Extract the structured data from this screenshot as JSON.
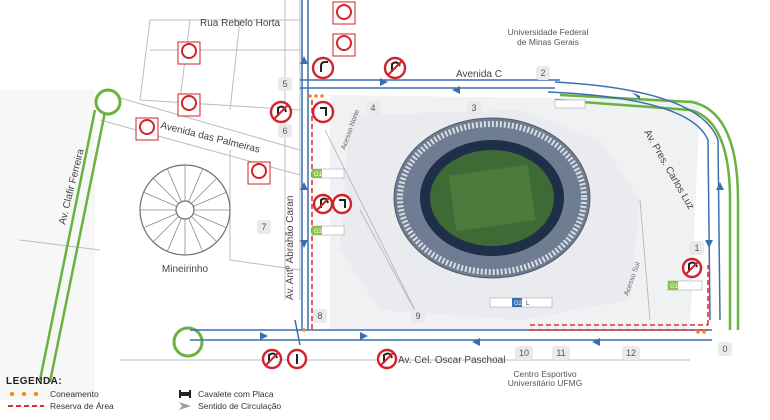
{
  "streets": {
    "rua_rebelo_horta": "Rua Rebelo Horta",
    "avenida_c": "Avenida C",
    "avenida_palmeiras": "Avenida das Palmeiras",
    "av_clafir": "Av. Clafir Ferreira",
    "av_abrahao": "Av. Antº Abrahão Caran",
    "av_pres_carlos_luz": "Av. Pres. Carlos Luz",
    "av_oscar_paschoal": "Av. Cel. Oscar Paschoal",
    "acesso_norte": "Acesso Norte",
    "acesso_sul": "Acesso Sul"
  },
  "places": {
    "ufmg": "Universidade Federal\nde Minas Gerais",
    "ufmg_line1": "Universidade Federal",
    "ufmg_line2": "de Minas Gerais",
    "mineirinho": "Mineirinho",
    "centro_line1": "Centro Esportivo",
    "centro_line2": "Universitário UFMG"
  },
  "points": [
    {
      "label": "0"
    },
    {
      "label": "1"
    },
    {
      "label": "2"
    },
    {
      "label": "3"
    },
    {
      "label": "4"
    },
    {
      "label": "5"
    },
    {
      "label": "6"
    },
    {
      "label": "7"
    },
    {
      "label": "8"
    },
    {
      "label": "9"
    },
    {
      "label": "10"
    },
    {
      "label": "11"
    },
    {
      "label": "12"
    }
  ],
  "parking_tags": {
    "g1_left": "G1",
    "g3": "G3",
    "g2": "G2",
    "g1_right": "G1",
    "l": "L"
  },
  "legend": {
    "title": "LEGENDA:",
    "coneamento": "Coneamento",
    "reserva": "Reserva de Área",
    "cavalete": "Cavalete com Placa",
    "sentido": "Sentido de Circulação"
  },
  "colors": {
    "road_blue": "#3a6fb0",
    "reserve_red": "#e0312f",
    "green_path": "#6ab23f",
    "street_line": "#b8bcc2",
    "block_fill": "#f4f5f6",
    "sign_red": "#d2232a"
  }
}
